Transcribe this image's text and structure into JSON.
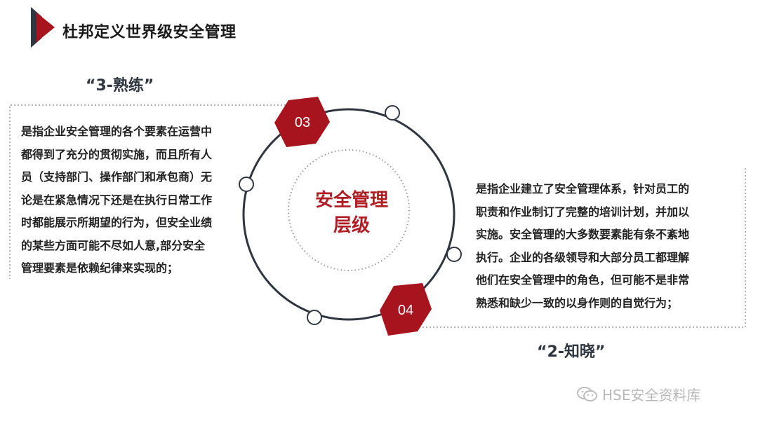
{
  "header": {
    "title": "杜邦定义世界级安全管理"
  },
  "left_panel": {
    "label": "“3-熟练”",
    "badge": "03",
    "lines": [
      "是指企业安全管理的各个要素在运营中",
      "都得到了充分的贯彻实施，而且所有人",
      "员（支持部门、操作部门和承包商）无",
      "论是在紧急情况下还是在执行日常工作",
      "时都能展示所期望的行为，但安全业绩",
      "的某些方面可能不尽如人意,部分安全",
      "管理要素是依赖纪律来实现的；"
    ]
  },
  "right_panel": {
    "label": "“2-知晓”",
    "badge": "04",
    "lines": [
      "是指企业建立了安全管理体系，针对员工的",
      "职责和作业制订了完整的培训计划，并加以",
      "实施。安全管理的大多数要素能有条不紊地",
      "执行。企业的各级领导和大部分员工都理解",
      "他们在安全管理中的角色，但可能不是非常",
      "熟悉和缺少一致的以身作则的自觉行为；"
    ]
  },
  "center": {
    "line1": "安全管理",
    "line2": "层级"
  },
  "watermark": {
    "text": "HSE安全资料库"
  },
  "colors": {
    "accent_red": "#a8141d",
    "ring": "#2f3640",
    "dotted": "#9a9a9a"
  }
}
